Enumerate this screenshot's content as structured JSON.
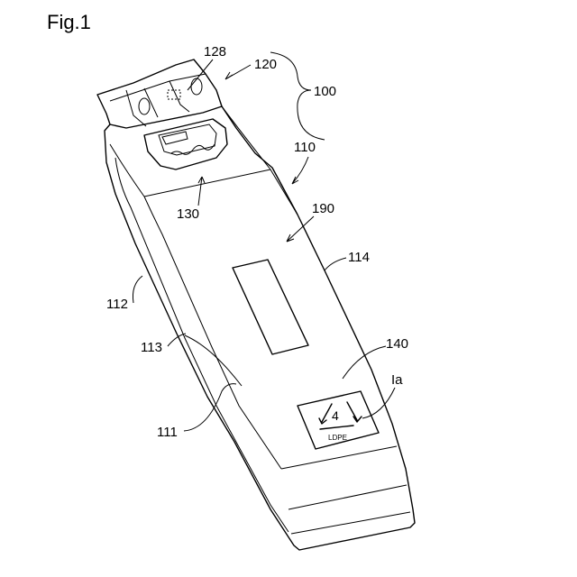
{
  "figure": {
    "title": "Fig.1",
    "labels": {
      "l100": "100",
      "l110": "110",
      "l111": "111",
      "l112": "112",
      "l113": "113",
      "l114": "114",
      "l120": "120",
      "l128": "128",
      "l130": "130",
      "l140": "140",
      "l190": "190",
      "lIa": "Ia"
    },
    "recycle_symbol": {
      "number": "4",
      "text": "LDPE"
    }
  }
}
